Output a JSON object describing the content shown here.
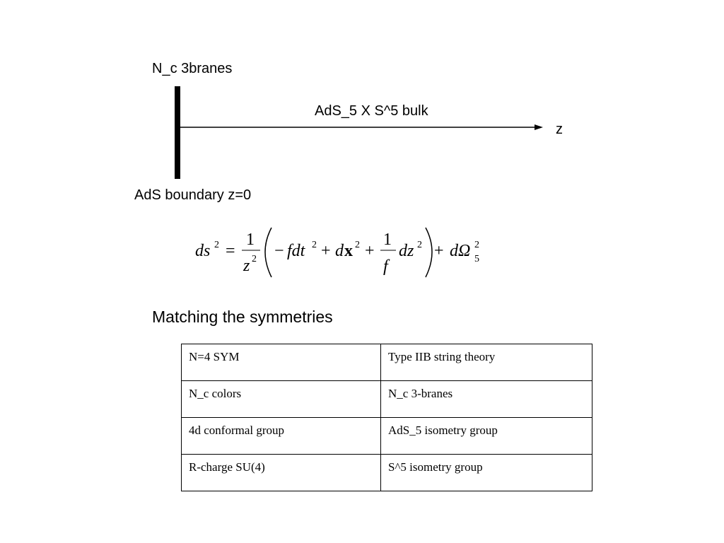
{
  "diagram": {
    "brane_label": "N_c 3branes",
    "bulk_label": "AdS_5 X S^5 bulk",
    "axis_label": "z",
    "boundary_label": "AdS boundary z=0"
  },
  "formula": {
    "lhs": "ds",
    "lhs_exp": "2",
    "equals": "=",
    "frac1_num": "1",
    "frac1_den": "z",
    "frac1_den_exp": "2",
    "minus": "−",
    "term_fdt": "fdt",
    "term_fdt_exp": "2",
    "plus1": "+",
    "term_d": "d",
    "term_x": "x",
    "term_x_exp": "2",
    "plus2": "+",
    "frac2_num": "1",
    "frac2_den": "f",
    "term_dz": "dz",
    "term_dz_exp": "2",
    "plus3": "+",
    "term_domega": "dΩ",
    "term_domega_sup": "2",
    "term_domega_sub": "5"
  },
  "section_title": "Matching the symmetries",
  "table": {
    "rows": [
      [
        "N=4 SYM",
        "Type IIB string theory"
      ],
      [
        "N_c colors",
        "N_c 3-branes"
      ],
      [
        "4d conformal group",
        "AdS_5 isometry group"
      ],
      [
        "R-charge SU(4)",
        "S^5 isometry group"
      ]
    ]
  }
}
